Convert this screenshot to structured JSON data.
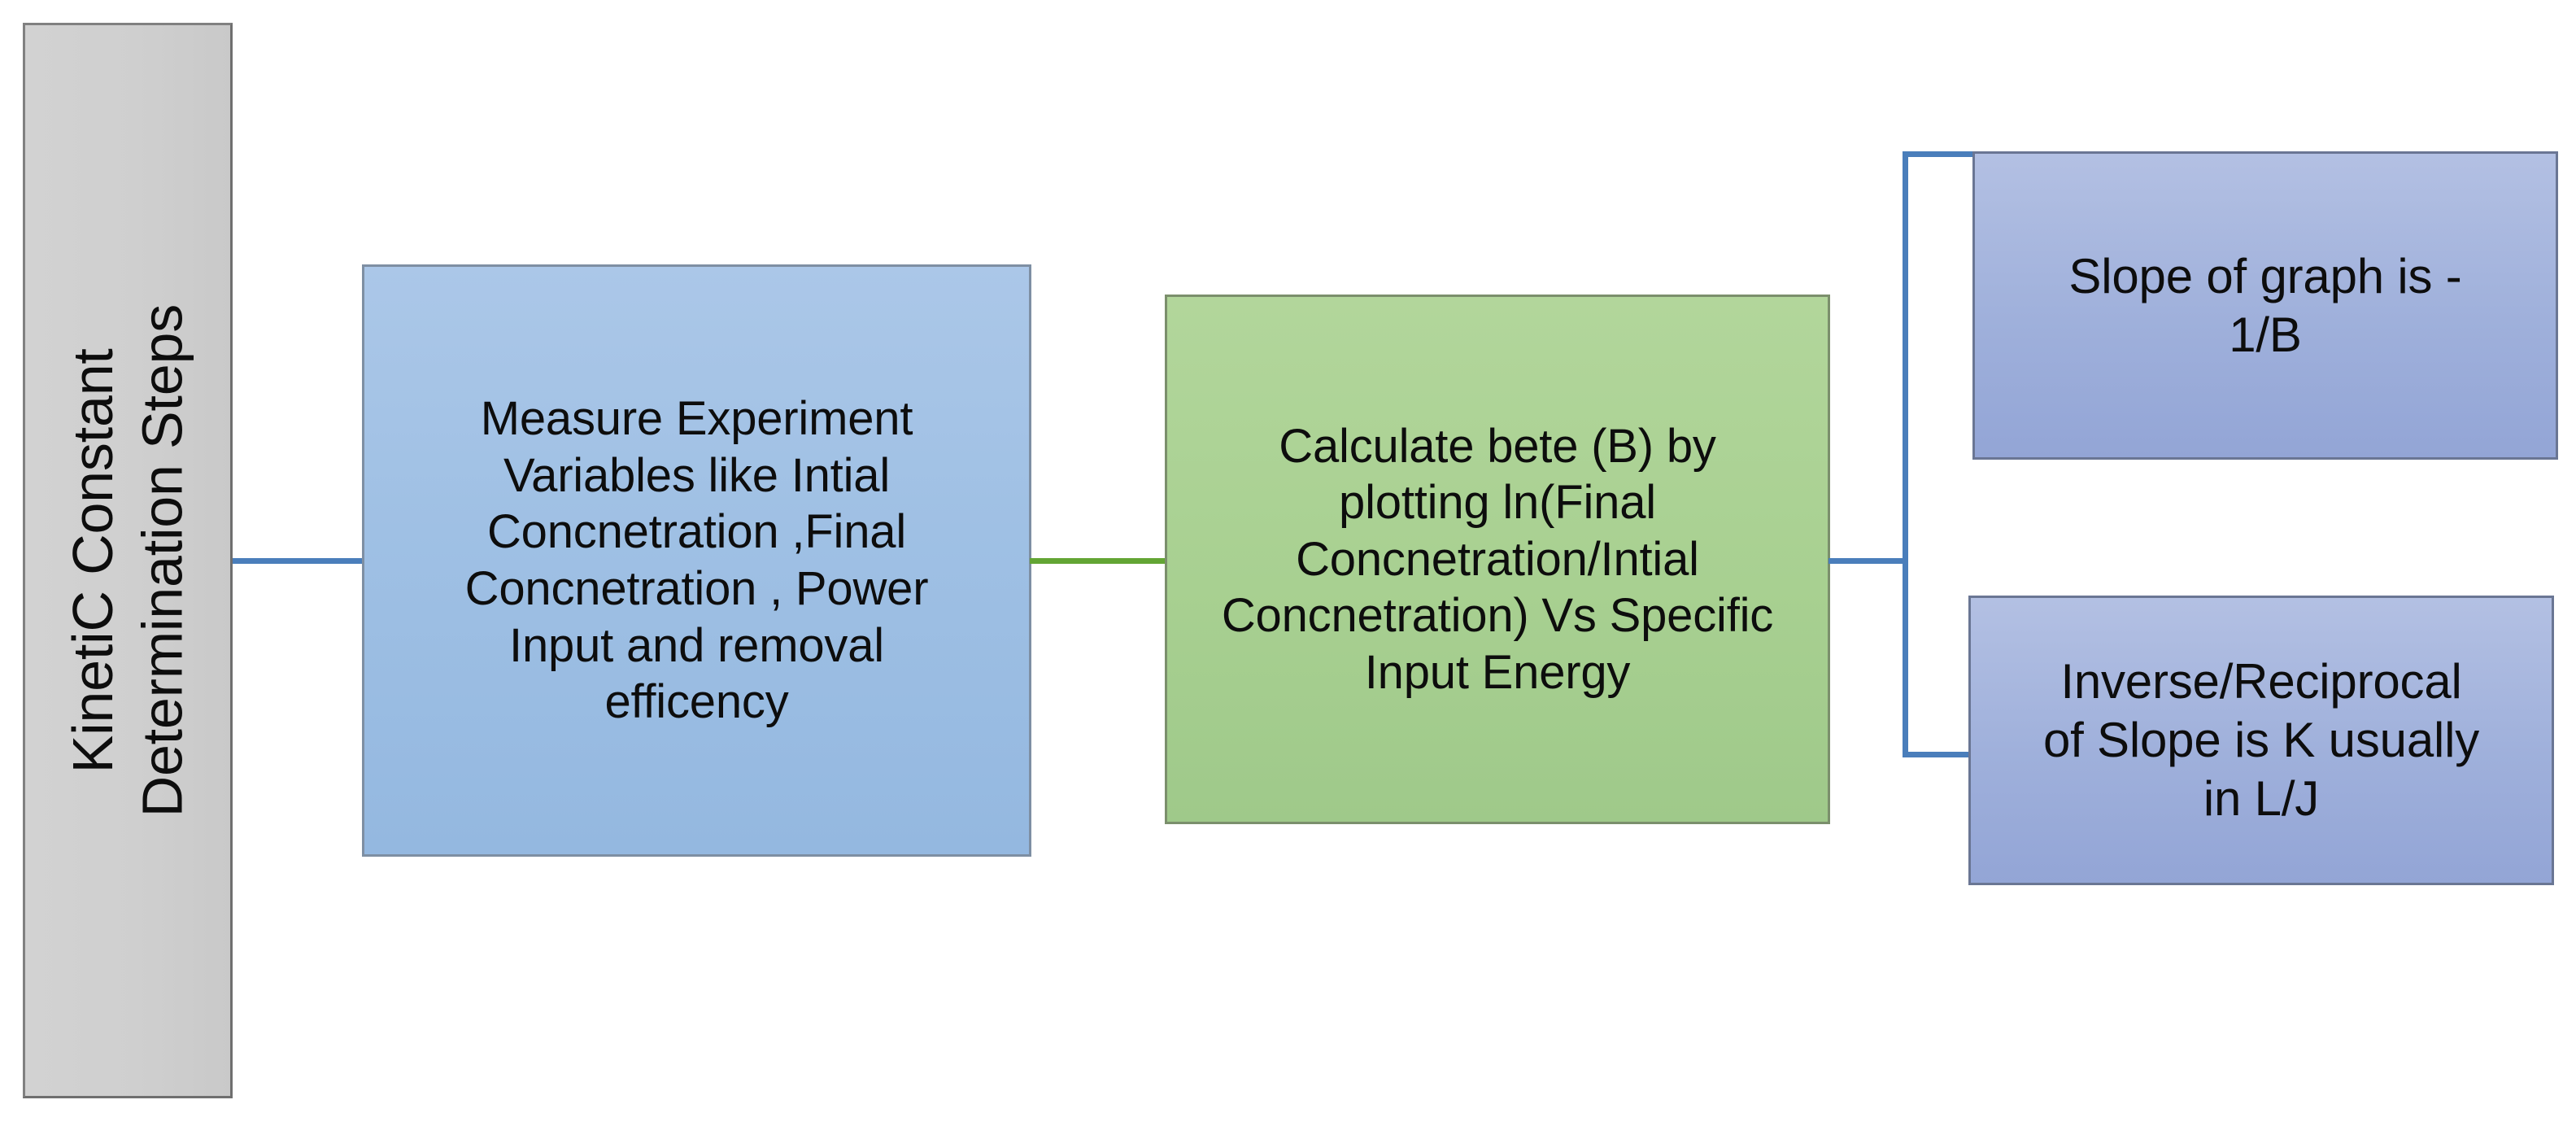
{
  "diagram": {
    "title_bar": {
      "label": "KinetiC Constant\nDetermination Steps"
    },
    "steps": [
      {
        "id": "measure-variables",
        "label": "Measure Experiment\nVariables like Intial\nConcnetration ,Final\nConcnetration , Power\nInput and removal\nefficency",
        "color": "#9fc0e4"
      },
      {
        "id": "calculate-beta",
        "label": "Calculate bete (B) by\nplotting ln(Final\nConcnetration/Intial\nConcnetration) Vs Specific\nInput Energy",
        "color": "#a8d091"
      }
    ],
    "results": [
      {
        "id": "slope-result",
        "label": "Slope of graph is -\n1/B",
        "color": "#9fb0db"
      },
      {
        "id": "k-result",
        "label": "Inverse/Reciprocal\nof Slope is K usually\nin L/J",
        "color": "#9fb0db"
      }
    ],
    "connectors": {
      "gray_to_blue_color": "#4a7ebb",
      "blue_to_green_color": "#63a534",
      "green_to_results_color": "#4a7ebb"
    }
  }
}
